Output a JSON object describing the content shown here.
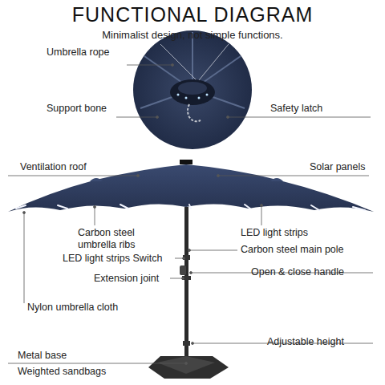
{
  "diagram": {
    "title": "FUNCTIONAL DIAGRAM",
    "labels": [
      "Minimalist design, not simple functions.",
      "Umbrella rope",
      "Support bone",
      "Safety latch",
      "Ventilation roof",
      "Solar panels",
      "Carbon steel umbrella ribs",
      "LED light strips",
      "LED light strips Switch",
      "Carbon steel main pole",
      "Extension joint",
      "Open & close handle",
      "Nylon umbrella cloth",
      "Adjustable height",
      "Metal base",
      "Weighted sandbags"
    ]
  }
}
